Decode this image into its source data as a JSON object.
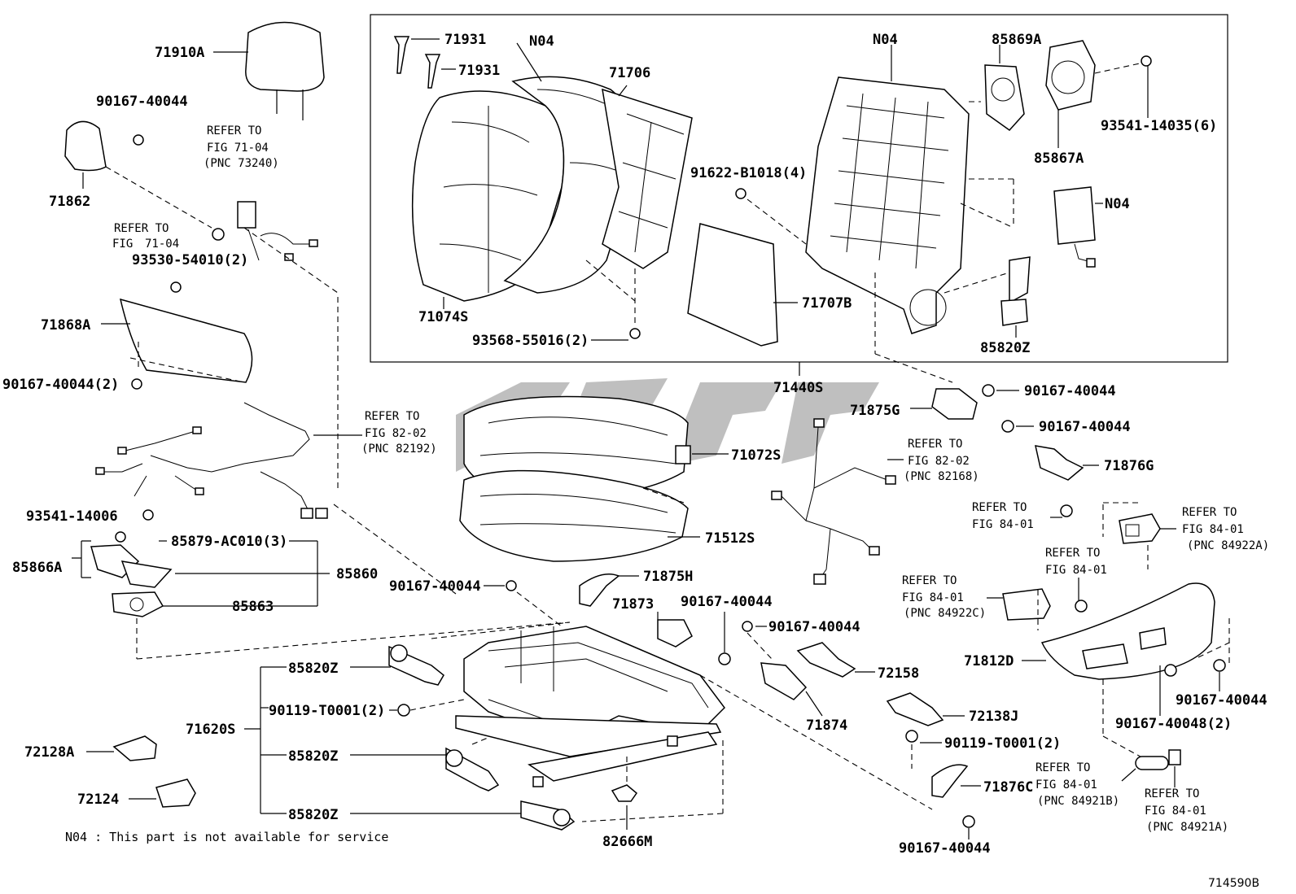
{
  "parts": {
    "p71910a": "71910A",
    "p90167_40044_a": "90167-40044",
    "p71862": "71862",
    "p93530": "93530-54010(2)",
    "p71868a": "71868A",
    "p90167_40044_2": "90167-40044(2)",
    "p93541_14006": "93541-14006",
    "p85879": "85879-AC010(3)",
    "p85866a": "85866A",
    "p85860": "85860",
    "p85863": "85863",
    "p85820z_a": "85820Z",
    "p90119_a": "90119-T0001(2)",
    "p71620s": "71620S",
    "p85820z_b": "85820Z",
    "p85820z_c": "85820Z",
    "p72128a": "72128A",
    "p72124": "72124",
    "p71931_a": "71931",
    "p71931_b": "71931",
    "pn04_a": "N04",
    "p71706": "71706",
    "p71074s": "71074S",
    "p93568": "93568-55016(2)",
    "p91622": "91622-B1018(4)",
    "p71707b": "71707B",
    "pn04_b": "N04",
    "p85869a": "85869A",
    "p85867a": "85867A",
    "p93541_14035": "93541-14035(6)",
    "pn04_c": "N04",
    "p85820z_d": "85820Z",
    "p71440s": "71440S",
    "p71875g": "71875G",
    "p90167_b": "90167-40044",
    "p90167_c": "90167-40044",
    "p71876g": "71876G",
    "p71072s": "71072S",
    "p71512s": "71512S",
    "p90167_d": "90167-40044",
    "p71875h": "71875H",
    "p71873": "71873",
    "p90167_e": "90167-40044",
    "p90167_f": "90167-40044",
    "p72158": "72158",
    "p71874": "71874",
    "p72138j": "72138J",
    "p90119_b": "90119-T0001(2)",
    "p71876c": "71876C",
    "p90167_g": "90167-40044",
    "p82666m": "82666M",
    "p71812d": "71812D",
    "p90167_h": "90167-40044",
    "p90167_40048": "90167-40048(2)"
  },
  "refs": {
    "refer_to": "REFER TO",
    "fig_71_04": "FIG 71-04",
    "pnc_73240": "(PNC 73240)",
    "fig_short": "FIG",
    "fig_71_04_short": "71-04",
    "fig_82_02": "FIG 82-02",
    "pnc_82192": "(PNC 82192)",
    "pnc_82168": "(PNC 82168)",
    "fig_84_01": "FIG 84-01",
    "pnc_84922a": "(PNC 84922A)",
    "pnc_84922c": "(PNC 84922C)",
    "pnc_84921b": "(PNC 84921B)",
    "pnc_84921a": "(PNC 84921A)"
  },
  "note": "N04 : This part is not available for service",
  "figure_id": "714590B",
  "colors": {
    "ink": "#000000",
    "watermark": "#8a8a8a"
  }
}
